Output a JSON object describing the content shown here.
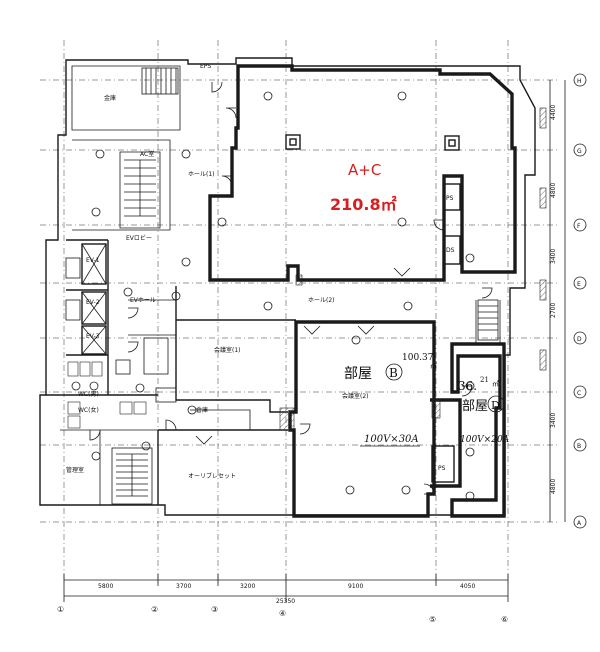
{
  "units": {
    "ac": {
      "label": "A+C",
      "area": "210.8㎡"
    },
    "b": {
      "label": "部屋",
      "mark": "B",
      "area_top": "100.37",
      "area_unit": "㎡",
      "power": "100V×30A"
    },
    "d": {
      "label": "部屋",
      "mark": "D",
      "area": "36.",
      "area_sup": "21",
      "area_unit": "㎡",
      "power": "100V×20A"
    }
  },
  "rooms": {
    "hall1": "ホール(1)",
    "hall2": "ホール(2)",
    "ev_lobby": "EVロビー",
    "ev_hall": "EVホール",
    "ev1": "EV-1",
    "ev2": "EV-2",
    "ev3": "EV-3",
    "eps": "EPS",
    "ps": "PS",
    "ds": "DS",
    "wc_m": "WC(男)",
    "wc_f": "WC(女)",
    "kinko": "金庫",
    "service_room": "管理室",
    "office2": "会議室(1)",
    "office3": "会議室(2)",
    "olive": "オーリブレセット",
    "store": "倉庫",
    "ac_room": "AC室"
  },
  "bottom_dims": [
    "5800",
    "3700",
    "3200",
    "9100",
    "4050"
  ],
  "total_dim": "25350",
  "right_dims": [
    "4400",
    "4800",
    "3400",
    "2700",
    "3400",
    "4800"
  ],
  "col_markers": [
    "①",
    "②",
    "③",
    "④",
    "⑤",
    "⑥"
  ],
  "row_markers": [
    "H",
    "G",
    "F",
    "E",
    "D",
    "C",
    "B",
    "A"
  ]
}
